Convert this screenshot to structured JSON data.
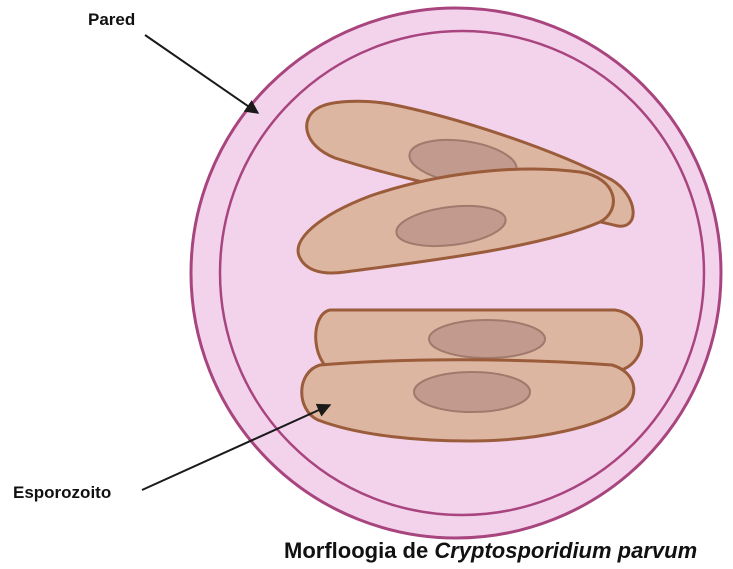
{
  "labels": {
    "wall": "Pared",
    "sporozoite": "Esporozoito"
  },
  "caption": {
    "prefix": "Morfloogia de ",
    "species": "Cryptosporidium parvum"
  },
  "colors": {
    "cyst_fill": "#f3d3ec",
    "cyst_outline": "#a8457e",
    "sporozoite_fill": "#ddb6a1",
    "sporozoite_outline": "#9a5c3a",
    "nucleus_fill": "#c29b8e",
    "nucleus_outline": "#a07a6c",
    "arrow": "#1a1a1a"
  }
}
